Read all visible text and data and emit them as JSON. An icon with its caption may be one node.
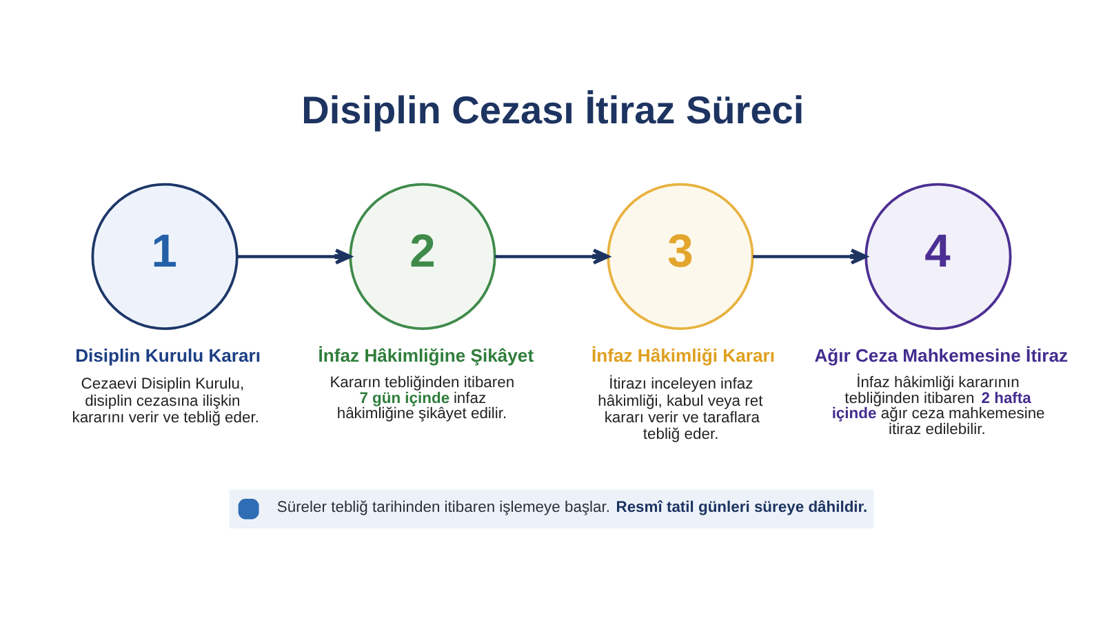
{
  "diagram": {
    "title": "Disiplin Cezası İtiraz Süreci",
    "nodes": [
      {
        "text": [
          "1",
          "Disiplin Kurulu Kararı",
          "Cezaevi Disiplin Kurulu, disiplin cezasına ilişkin kararını verir ve tebliğ eder."
        ]
      },
      {
        "text": [
          "2",
          "İnfaz Hâkimliğine Şikâyet",
          "Kararın tebliğinden itibaren **7 gün içinde** infaz hâkimliğine şikâyet edilir."
        ]
      },
      {
        "text": [
          "3",
          "İnfaz Hâkimliği Kararı",
          "İtirazı inceleyen infaz hâkimliği, kabul veya ret kararı verir ve taraflara tebliğ eder."
        ]
      },
      {
        "text": [
          "4",
          "Ağır Ceza Mahkemesine İtiraz",
          "İnfaz hâkimliği kararının tebliğinden itibaren **2 hafta içinde** ağır ceza mahkemesine itiraz edilebilir."
        ]
      }
    ],
    "edges": [
      {
        "from": 0,
        "to": 1,
        "arrow": "to"
      },
      {
        "from": 1,
        "to": 2,
        "arrow": "to"
      },
      {
        "from": 2,
        "to": 3,
        "arrow": "to"
      }
    ],
    "labels": [
      "Süreler tebliğ tarihinden itibaren işlemeye başlar. **Resmî tatil günleri süreye dâhildir.**"
    ]
  }
}
